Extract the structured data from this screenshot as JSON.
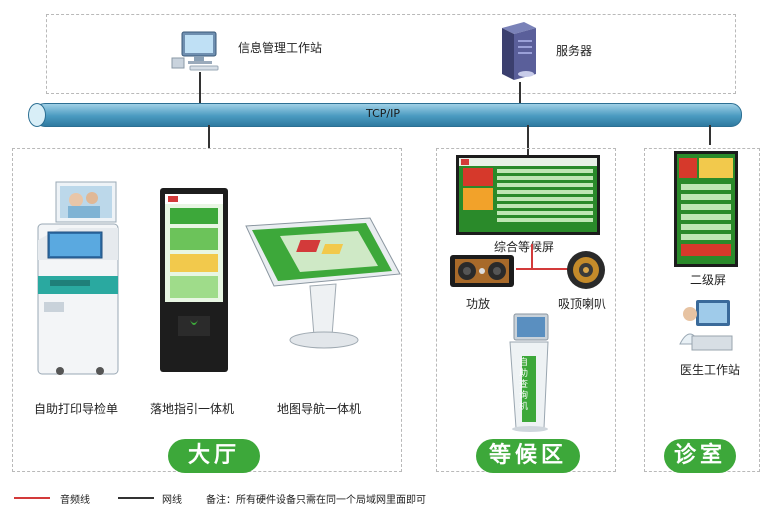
{
  "top": {
    "workstation_label": "信息管理工作站",
    "server_label": "服务器"
  },
  "bus": {
    "label": "TCP/IP"
  },
  "hall": {
    "devices": [
      "自助打印导检单",
      "落地指引一体机",
      "地图导航一体机"
    ],
    "zone_label": "大厅"
  },
  "waiting": {
    "screen_label": "综合等候屏",
    "amp_label": "功放",
    "speaker_label": "吸顶喇叭",
    "kiosk_text": "自助查询机",
    "zone_label": "等候区"
  },
  "clinic": {
    "screen_label": "二级屏",
    "doctor_label": "医生工作站",
    "zone_label": "诊室"
  },
  "legend": {
    "audio_line": "音频线",
    "network_line": "网线",
    "note": "备注：所有硬件设备只需在同一个局域网里面即可"
  },
  "colors": {
    "zone_green": "#3da83a",
    "audio_red": "#d33a3a",
    "network_black": "#333333",
    "bus_blue": "#4a9ac0"
  }
}
